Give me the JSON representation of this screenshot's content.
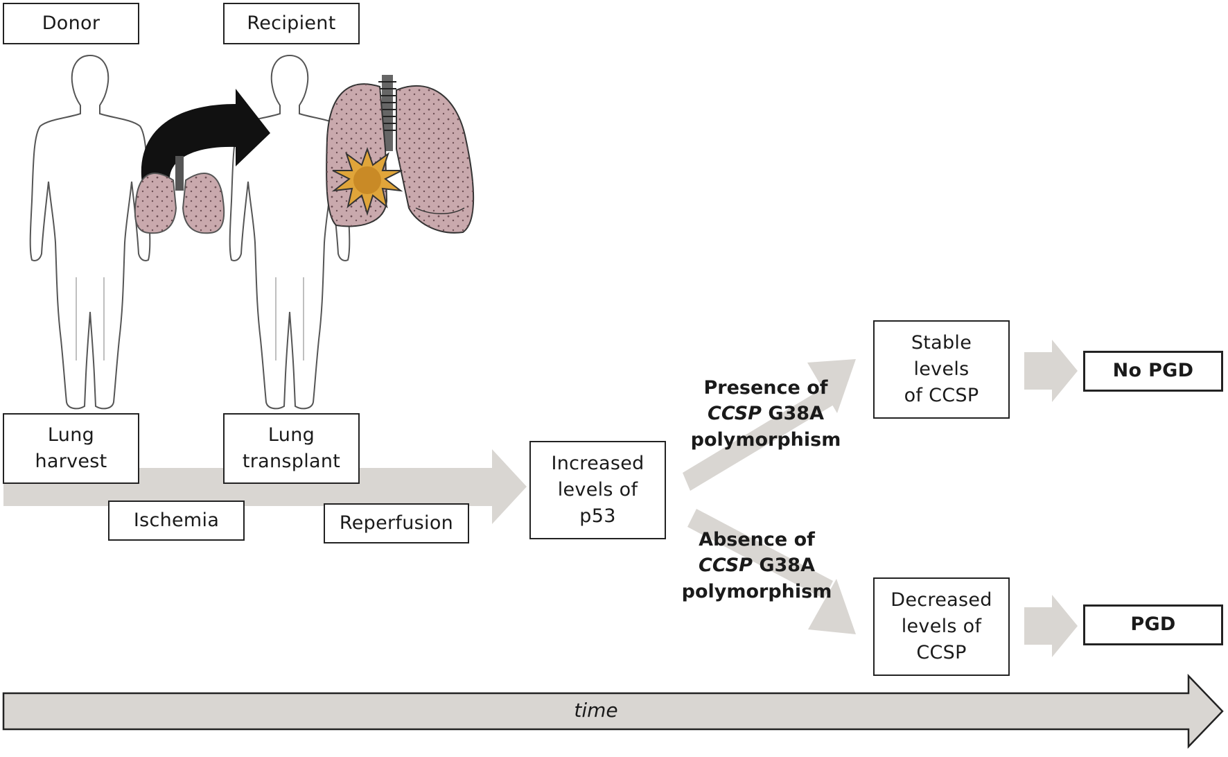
{
  "labels": {
    "donor": "Donor",
    "recipient": "Recipient",
    "lung_harvest_1": "Lung",
    "lung_harvest_2": "harvest",
    "lung_transplant_1": "Lung",
    "lung_transplant_2": "transplant",
    "ischemia": "Ischemia",
    "reperfusion": "Reperfusion",
    "p53_1": "Increased",
    "p53_2": "levels of",
    "p53_3": "p53",
    "presence_1": "Presence of",
    "presence_gene": "CCSP",
    "presence_variant": " G38A",
    "presence_3": "polymorphism",
    "absence_1": "Absence of",
    "absence_gene": "CCSP",
    "absence_variant": " G38A",
    "absence_3": "polymorphism",
    "stable_1": "Stable",
    "stable_2": "levels",
    "stable_3": "of CCSP",
    "decreased_1": "Decreased",
    "decreased_2": "levels of",
    "decreased_3": "CCSP",
    "no_pgd": "No PGD",
    "pgd": "PGD",
    "time": "time"
  },
  "icons": [
    "donor-figure-icon",
    "recipient-figure-icon",
    "donor-lung-icon",
    "transplanted-lung-icon",
    "injury-burst-icon",
    "transfer-arrow-icon"
  ],
  "colors": {
    "arrow_gray": "#d9d6d2",
    "lung_fill": "#c9a9ad",
    "burst_fill": "#e0a53a",
    "outline": "#222222"
  }
}
